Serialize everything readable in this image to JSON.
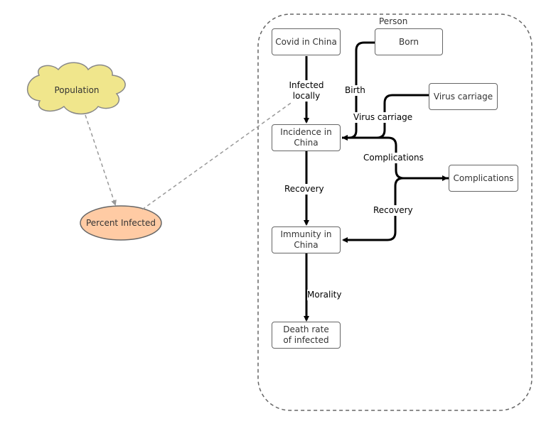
{
  "group": {
    "title": "Person"
  },
  "stocks": {
    "covid_china": "Covid in China",
    "born": "Born",
    "virus_carriage": "Virus carriage",
    "incidence": "Incidence in China",
    "complications": "Complications",
    "immunity": "Immunity in China",
    "death_rate": "Death rate of infected"
  },
  "flows": {
    "infected_locally": "Infected locally",
    "birth": "Birth",
    "virus_carriage": "Virus carriage",
    "complications": "Complications",
    "recovery_main": "Recovery",
    "recovery_side": "Recovery",
    "morality": "Morality"
  },
  "variables": {
    "population": "Population",
    "percent_infected": "Percent Infected"
  },
  "colors": {
    "population_fill": "#f0e68c",
    "percent_infected_fill": "#ffcba4",
    "flow_line": "#000000",
    "link_line": "#999999",
    "border": "#666666"
  }
}
